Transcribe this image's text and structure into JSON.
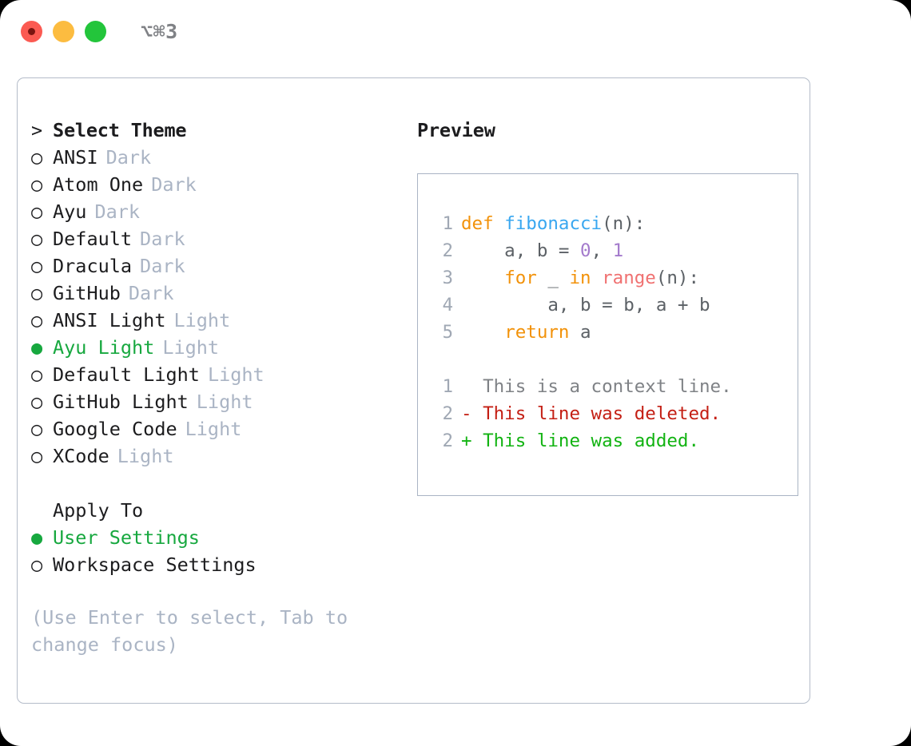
{
  "titlebar": {
    "shortcut": "⌥⌘3",
    "buttons": [
      {
        "name": "close",
        "color": "#fb5a52"
      },
      {
        "name": "minimize",
        "color": "#fcbc40"
      },
      {
        "name": "zoom",
        "color": "#23c53b"
      }
    ]
  },
  "theme_picker": {
    "header_marker": ">",
    "header": "Select Theme",
    "items": [
      {
        "marker": "○",
        "label": "ANSI",
        "tag": "Dark",
        "selected": false
      },
      {
        "marker": "○",
        "label": "Atom One",
        "tag": "Dark",
        "selected": false
      },
      {
        "marker": "○",
        "label": "Ayu",
        "tag": "Dark",
        "selected": false
      },
      {
        "marker": "○",
        "label": "Default",
        "tag": "Dark",
        "selected": false
      },
      {
        "marker": "○",
        "label": "Dracula",
        "tag": "Dark",
        "selected": false
      },
      {
        "marker": "○",
        "label": "GitHub",
        "tag": "Dark",
        "selected": false
      },
      {
        "marker": "○",
        "label": "ANSI Light",
        "tag": "Light",
        "selected": false
      },
      {
        "marker": "●",
        "label": "Ayu Light",
        "tag": "Light",
        "selected": true
      },
      {
        "marker": "○",
        "label": "Default Light",
        "tag": "Light",
        "selected": false
      },
      {
        "marker": "○",
        "label": "GitHub Light",
        "tag": "Light",
        "selected": false
      },
      {
        "marker": "○",
        "label": "Google Code",
        "tag": "Light",
        "selected": false
      },
      {
        "marker": "○",
        "label": "XCode",
        "tag": "Light",
        "selected": false
      }
    ]
  },
  "apply_to": {
    "header": "Apply To",
    "items": [
      {
        "marker": "●",
        "label": "User Settings",
        "selected": true
      },
      {
        "marker": "○",
        "label": "Workspace Settings",
        "selected": false
      }
    ]
  },
  "hint": "(Use Enter to select, Tab to change focus)",
  "preview": {
    "title": "Preview",
    "code_lines": [
      {
        "num": "1",
        "tokens": [
          {
            "t": "def",
            "c": "kw"
          },
          {
            "t": " ",
            "c": "pl"
          },
          {
            "t": "fibonacci",
            "c": "fn"
          },
          {
            "t": "(n):",
            "c": "pl"
          }
        ]
      },
      {
        "num": "2",
        "tokens": [
          {
            "t": "    a, b = ",
            "c": "pl"
          },
          {
            "t": "0",
            "c": "num"
          },
          {
            "t": ", ",
            "c": "pl"
          },
          {
            "t": "1",
            "c": "num"
          }
        ]
      },
      {
        "num": "3",
        "tokens": [
          {
            "t": "    ",
            "c": "pl"
          },
          {
            "t": "for",
            "c": "kw"
          },
          {
            "t": " _ ",
            "c": "pl"
          },
          {
            "t": "in",
            "c": "kw"
          },
          {
            "t": " ",
            "c": "pl"
          },
          {
            "t": "range",
            "c": "bi"
          },
          {
            "t": "(n):",
            "c": "pl"
          }
        ]
      },
      {
        "num": "4",
        "tokens": [
          {
            "t": "        a, b = b, a + b",
            "c": "pl"
          }
        ]
      },
      {
        "num": "5",
        "tokens": [
          {
            "t": "    ",
            "c": "pl"
          },
          {
            "t": "return",
            "c": "kw"
          },
          {
            "t": " a",
            "c": "pl"
          }
        ]
      }
    ],
    "diff_lines": [
      {
        "num": "1",
        "prefix": " ",
        "text": " This is a context line.",
        "kind": "ctx"
      },
      {
        "num": "2",
        "prefix": "-",
        "text": " This line was deleted.",
        "kind": "del"
      },
      {
        "num": "2",
        "prefix": "+",
        "text": " This line was added.",
        "kind": "add"
      }
    ]
  },
  "colors": {
    "accent_green": "#17a83f",
    "muted": "#aab4c4",
    "text": "#1c1c1e",
    "keyword": "#f2920a",
    "function": "#39a7f0",
    "number": "#a37acc",
    "builtin": "#f07171",
    "diff_delete": "#c41f14",
    "diff_add": "#12b312",
    "border": "#b4bcc9"
  }
}
